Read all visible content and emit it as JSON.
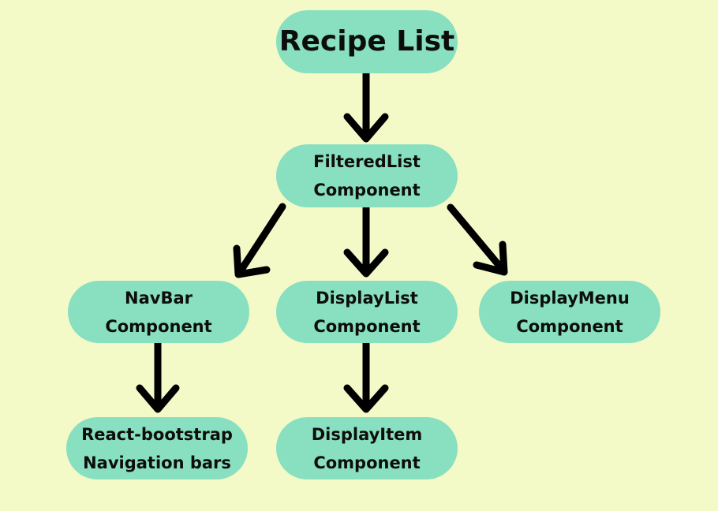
{
  "colors": {
    "background": "#f3fac7",
    "node_fill": "#88e0c0",
    "arrow": "#000000",
    "text": "#0d0d0d"
  },
  "nodes": {
    "recipe_list": {
      "lines": [
        "Recipe List"
      ]
    },
    "filtered_list": {
      "lines": [
        "FilteredList",
        "Component"
      ]
    },
    "navbar": {
      "lines": [
        "NavBar",
        "Component"
      ]
    },
    "display_list": {
      "lines": [
        "DisplayList",
        "Component"
      ]
    },
    "display_menu": {
      "lines": [
        "DisplayMenu",
        "Component"
      ]
    },
    "react_bootstrap": {
      "lines": [
        "React-bootstrap",
        "Navigation bars"
      ]
    },
    "display_item": {
      "lines": [
        "DisplayItem",
        "Component"
      ]
    }
  },
  "edges": [
    {
      "from": "recipe_list",
      "to": "filtered_list"
    },
    {
      "from": "filtered_list",
      "to": "navbar"
    },
    {
      "from": "filtered_list",
      "to": "display_list"
    },
    {
      "from": "filtered_list",
      "to": "display_menu"
    },
    {
      "from": "navbar",
      "to": "react_bootstrap"
    },
    {
      "from": "display_list",
      "to": "display_item"
    }
  ]
}
